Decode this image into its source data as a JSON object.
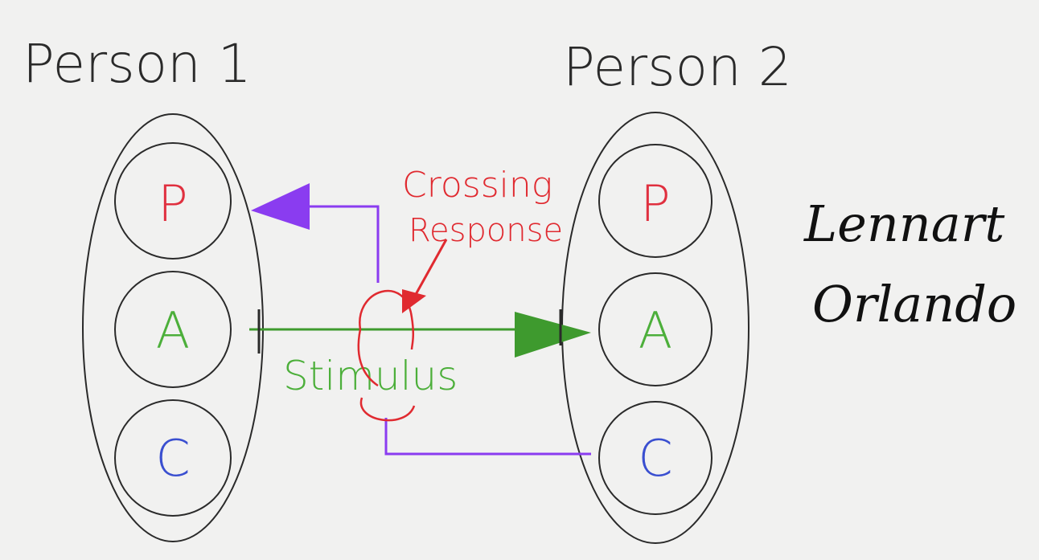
{
  "person1": {
    "title": "Person 1",
    "states": [
      "P",
      "A",
      "C"
    ]
  },
  "person2": {
    "title": "Person 2",
    "states": [
      "P",
      "A",
      "C"
    ]
  },
  "labels": {
    "crossing_response": [
      "Crossing",
      "Response"
    ],
    "stimulus": "Stimulus"
  },
  "signature": [
    "Lennart",
    "Orlando"
  ],
  "colors": {
    "parent": "#e0303f",
    "adult": "#4caf3a",
    "child": "#3a4fd0",
    "stimulus": "#3e9a2e",
    "response": "#8a3cf0",
    "crossing": "#e02a30",
    "ink": "#222222"
  }
}
